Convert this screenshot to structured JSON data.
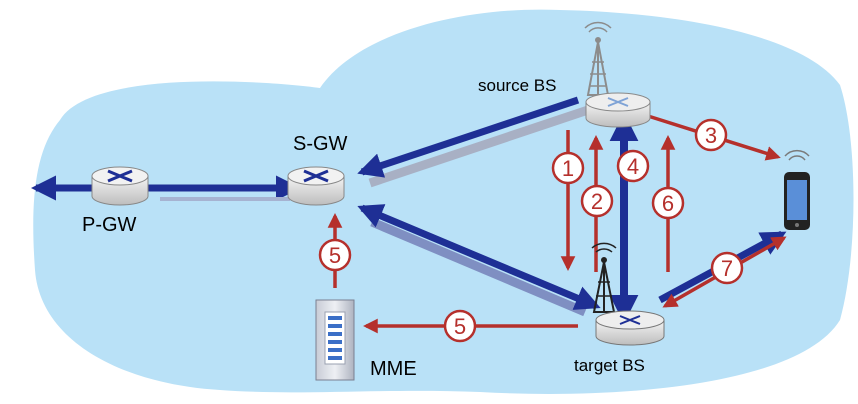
{
  "labels": {
    "pgw": "P-GW",
    "sgw": "S-GW",
    "source_bs": "source BS",
    "target_bs": "target BS",
    "mme": "MME"
  },
  "steps": {
    "s1": "1",
    "s2": "2",
    "s3": "3",
    "s4": "4",
    "s5a": "5",
    "s5b": "5",
    "s6": "6",
    "s7": "7"
  },
  "colors": {
    "cloud": "#b9e1f7",
    "data_arrow": "#1e2f95",
    "signal_arrow": "#b5302c",
    "step_fill": "#ffffff",
    "router_body": "#dcdcdc",
    "router_mark": "#1e2f95",
    "phone_screen": "#5a8fd8"
  },
  "icons": {
    "pgw": "router-icon",
    "sgw": "router-icon",
    "source_bs": "base-station-icon",
    "target_bs": "base-station-icon",
    "mme": "server-icon",
    "device": "smartphone-icon"
  }
}
